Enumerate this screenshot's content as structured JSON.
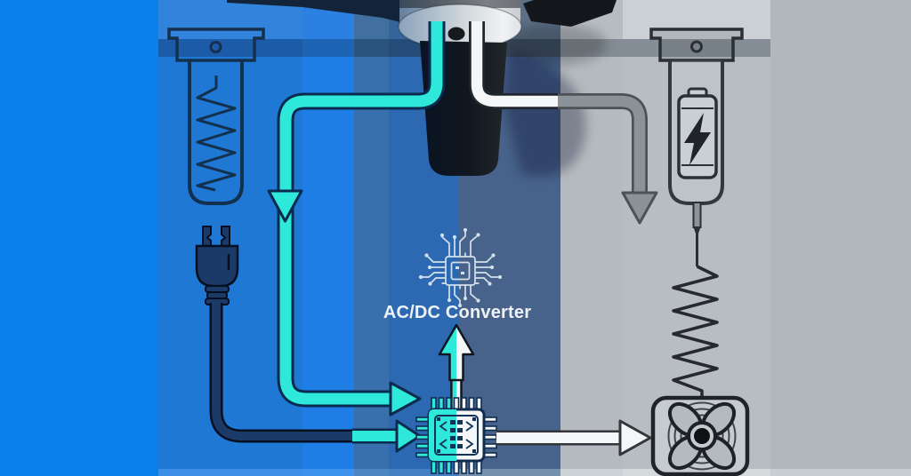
{
  "title": "AC/DC Converter diagram",
  "labels": {
    "converter": "AC/DC Converter"
  },
  "palette": {
    "ac_accent": "#2ee9d9",
    "dc_accent": "#f4f6f7",
    "return_gray": "#8b9298",
    "cord_navy": "#1b3a68",
    "left_background": "#0a80ea",
    "right_background": "#b1b7bd",
    "slate_band": "#4c678c",
    "label_text": "#eef3f6"
  },
  "icons": [
    {
      "name": "spring-hanger-icon",
      "side": "left"
    },
    {
      "name": "power-plug-icon",
      "side": "left"
    },
    {
      "name": "ceiling-fan-icon",
      "side": "center-top"
    },
    {
      "name": "circuit-chip-icon",
      "side": "center"
    },
    {
      "name": "microchip-icon",
      "side": "center-bottom"
    },
    {
      "name": "battery-hanger-icon",
      "side": "right"
    },
    {
      "name": "box-fan-icon",
      "side": "right-bottom"
    }
  ],
  "arrows": [
    {
      "name": "ac-supply-down-arrow",
      "color": "#2ee9d9",
      "direction": "down"
    },
    {
      "name": "ac-into-chip-arrow",
      "color": "#2ee9d9",
      "direction": "right"
    },
    {
      "name": "plug-into-chip-arrow",
      "color": "#2ee9d9",
      "direction": "right"
    },
    {
      "name": "chip-to-converter-arrow",
      "color": "#2ee9d9",
      "direction": "up"
    },
    {
      "name": "dc-output-arrow",
      "color": "#f4f6f7",
      "direction": "right"
    },
    {
      "name": "dc-return-down-arrow",
      "color": "#8b9298",
      "direction": "down"
    }
  ]
}
